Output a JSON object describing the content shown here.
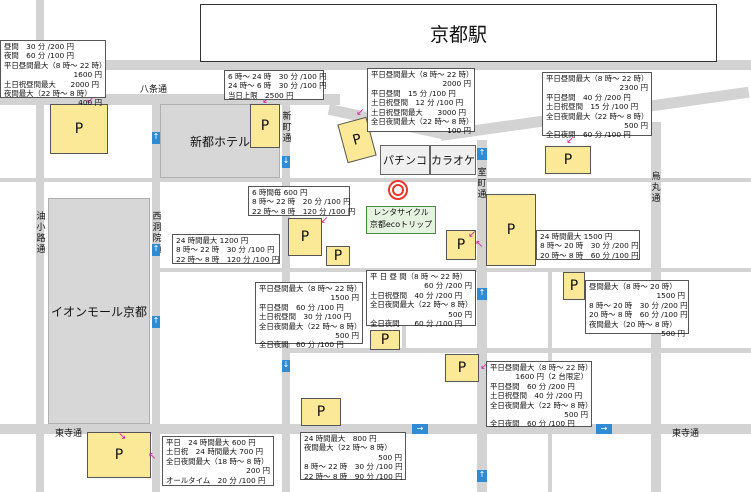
{
  "station": {
    "name": "京都駅"
  },
  "roads": {
    "hachijo": "八条通",
    "higashi_left": "東寺通",
    "higashi_right": "東寺通",
    "aburanokoji": "油小路通",
    "nishinotoin": "西洞院通",
    "shinmachi": "新町通",
    "muromachi": "室町通",
    "karasuma": "烏丸通"
  },
  "buildings": {
    "hotel": "新都ホテル",
    "aeon": "イオンモール京都",
    "pachinko": "パチンコ",
    "karaoke": "カラオケ"
  },
  "rental": {
    "line1": "レンタサイクル",
    "line2": "京都ecoトリップ"
  },
  "lot_label": "P",
  "info": {
    "a": [
      "昼間　30 分 /200 円",
      "夜間　60 分 /100 円",
      "平日昼間最大（8 時～ 22 時）",
      "1600 円",
      "土日祝昼間最大　　2000 円",
      "夜間最大（22 時～ 8 時）",
      "400 円"
    ],
    "b": [
      "6 時～ 24 時　30 分 /100 円",
      "24 時～ 6 時　30 分 /100 円",
      "当日上限　2500 円"
    ],
    "c": [
      "平日昼間最大（8 時～ 22 時）",
      "2000 円",
      "平日昼間　15 分 /100 円",
      "土日祝昼間　12 分 /100 円",
      "土日祝昼間最大　　3000 円",
      "全日夜間最大（22 時～ 8 時）",
      "100 円"
    ],
    "d": [
      "平日昼間最大（8 時～ 22 時）",
      "2300 円",
      "平日昼間　40 分 /200 円",
      "土日祝昼間　15 分 /100 円",
      "全日夜間最大（22 時～ 8 時）",
      "500 円",
      "全日夜間　60 分 /100 円"
    ],
    "e": [
      "6 時間毎 600 円",
      "8 時～ 22 時　20 分 /100 円",
      "22 時～ 8 時　120 分 /100 円"
    ],
    "f": [
      "24 時間最大 1200 円",
      "8 時～ 22 時　30 分 /100 円",
      "22 時～ 8 時　120 分 /100 円"
    ],
    "g": [
      "24 時間最大 1500 円",
      "8 時～ 20 時　30 分 /200 円",
      "20 時～ 8 時　60 分 /100 円"
    ],
    "h": [
      "平日昼間最大（8 時～ 22 時）",
      "1500 円",
      "平日昼間　60 分 /100 円",
      "土日祝昼間　30 分 /100 円",
      "全日夜間最大（22 時～ 8 時）",
      "500 円",
      "全日夜間　60 分 /100 円"
    ],
    "i": [
      "平 日 昼 間（8 時 ～ 22 時）",
      "60 分 /200 円",
      "土日祝昼間　40 分 /200 円",
      "全日夜間最大（22 時～ 8 時）",
      "500 円",
      "全日夜間　　60 分 /100 円"
    ],
    "j": [
      "昼間最大（8 時～ 20 時）",
      "1500 円",
      "8 時～ 20 時　30 分 /200 円",
      "20 時～ 8 時　60 分 /100 円",
      "夜間最大（20 時～ 8 時）",
      "500 円"
    ],
    "k": [
      "平日昼間最大（8 時～ 22 時）",
      "1600 円（2 台限定）",
      "平日昼間　60 分 /200 円",
      "土日祝昼間　40 分 /200 円",
      "全日夜間最大（22 時～ 8 時）",
      "500 円",
      "全日夜間　60 分 /100 円"
    ],
    "l": [
      "24 時間最大　800 円",
      "夜間最大（22 時～ 8 時）",
      "500 円",
      "8 時～ 22 時　30 分 /100 円",
      "22 時～ 8 時　90 分 /100 円"
    ],
    "m": [
      "平日　24 時間最大 600 円",
      "土日祝　24 時間最大 700 円",
      "全日夜間最大（18 時～ 8 時）",
      "200 円",
      "オールタイム　20 分 /100 円"
    ]
  },
  "colors": {
    "road": "#d3d3d3",
    "building": "#d7d7d7",
    "lot": "#fce998",
    "arrow": "#2e8bd4",
    "pointer": "#d0249a",
    "target": "#e8372c"
  }
}
